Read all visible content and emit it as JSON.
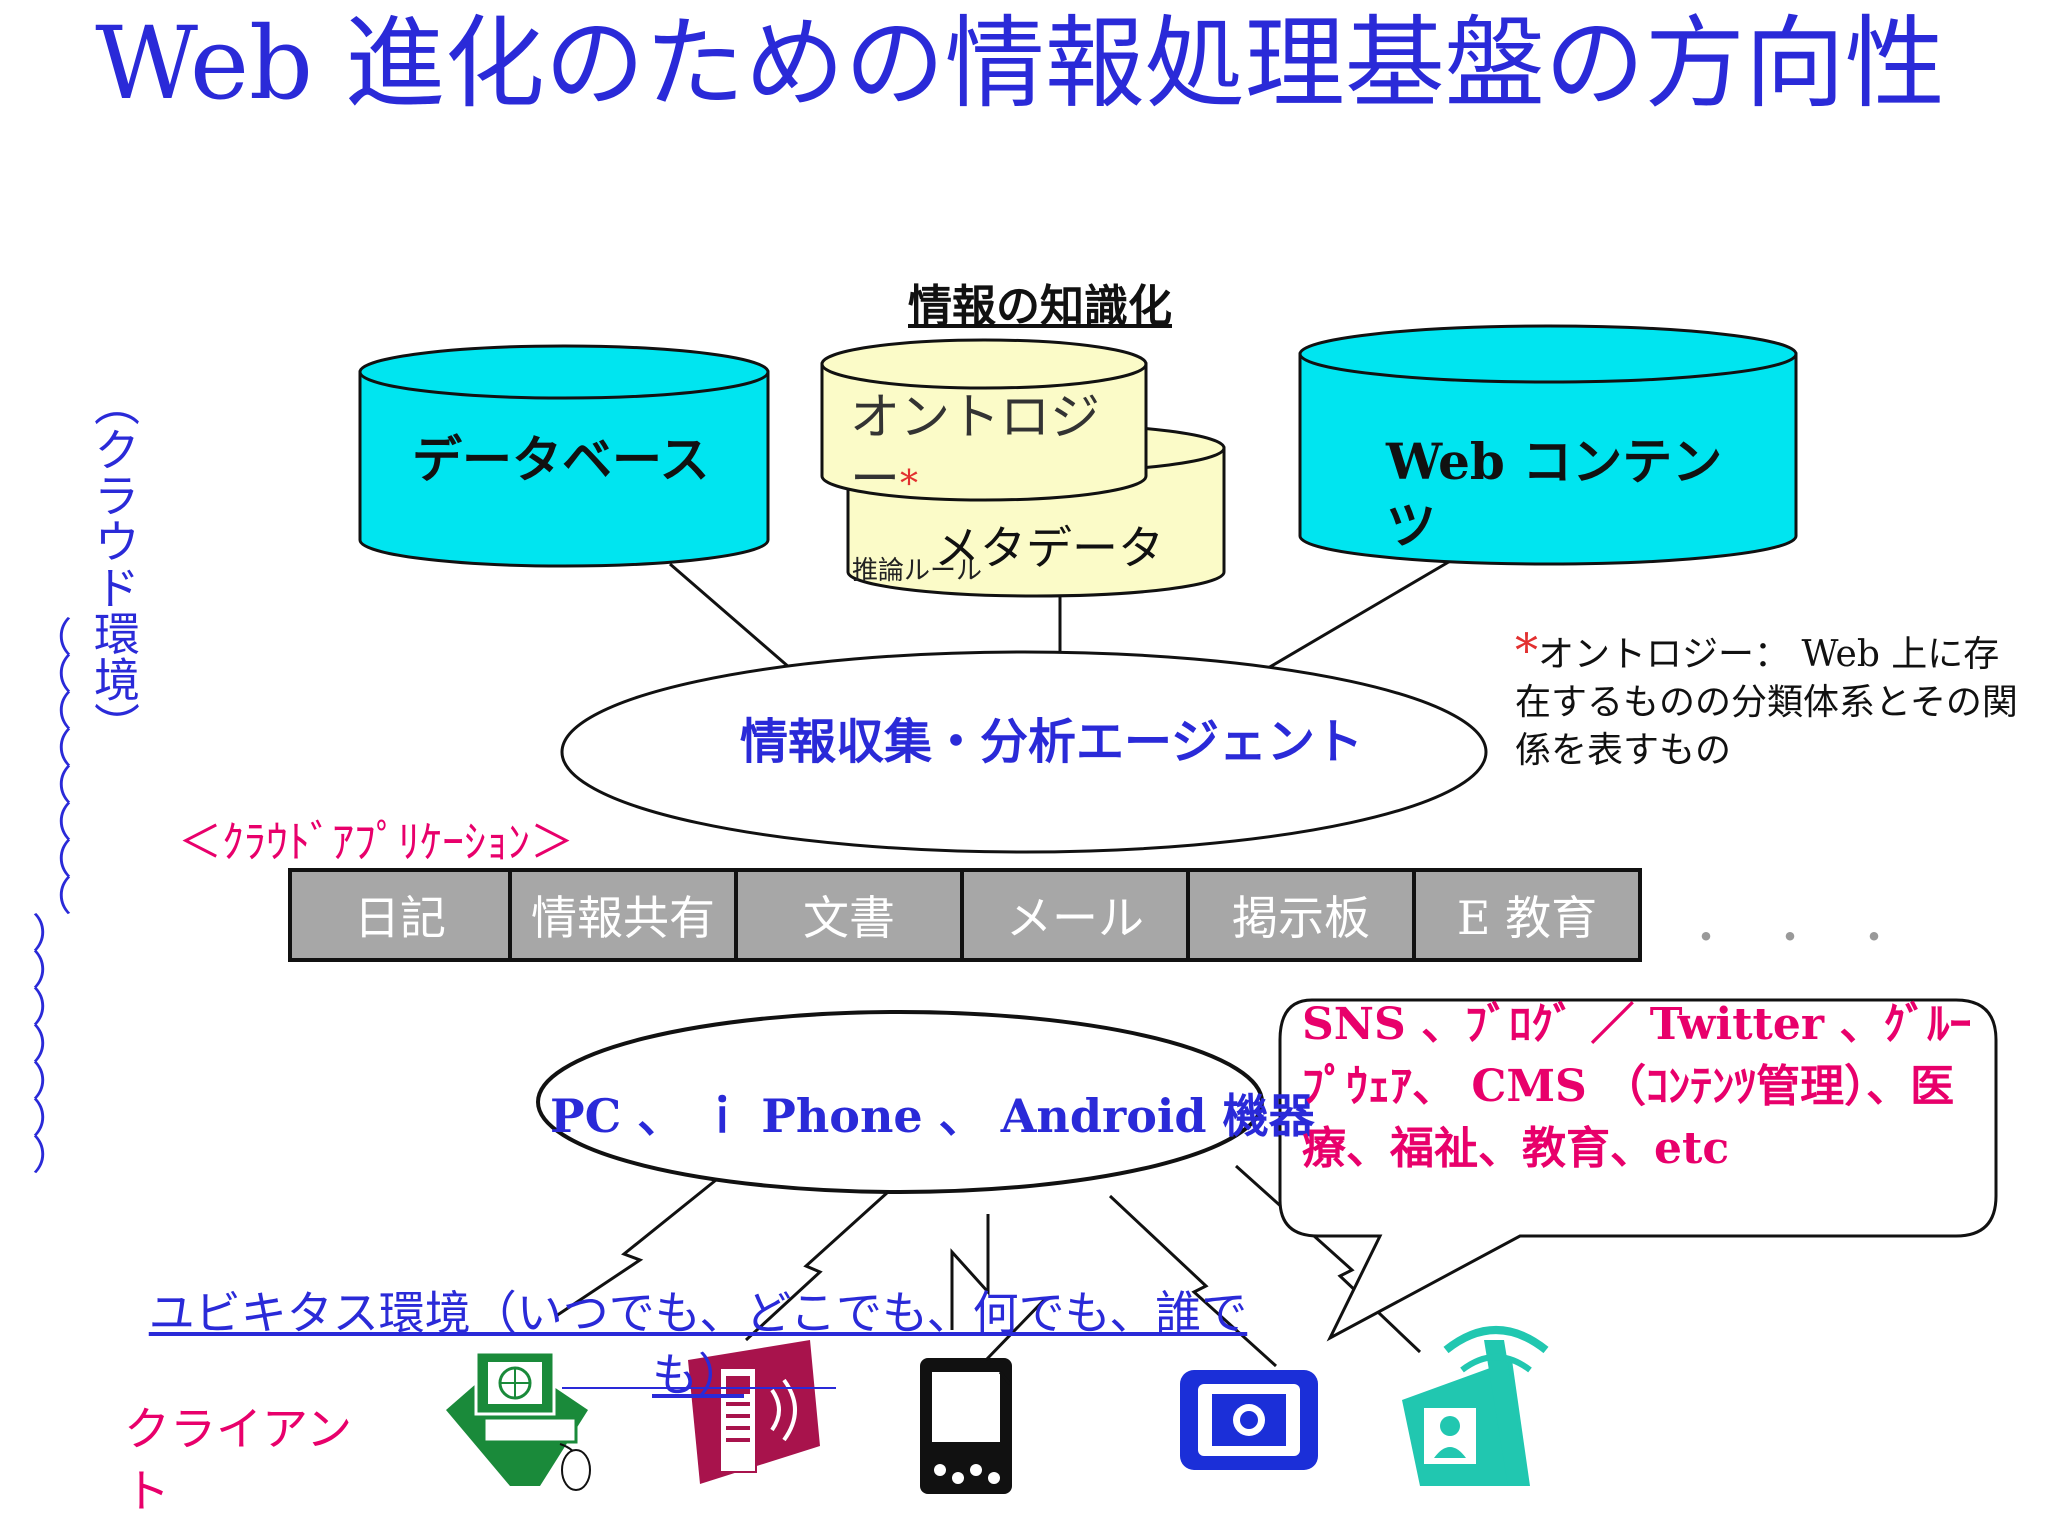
{
  "title": "Web 進化のための情報処理基盤の方向性",
  "knowledge_section": {
    "title": "情報の知識化",
    "database": "データベース",
    "ontology": "オントロジー",
    "ontology_star": "*",
    "metadata": "メタデータ",
    "inference_rules": "推論ルール",
    "web_contents": "Web コンテンツ"
  },
  "ontology_note": {
    "star": "*",
    "text": "オントロジー： Web 上に存在するものの分類体系とその関係を表すもの"
  },
  "agent": "情報収集・分析エージェント",
  "cloud_apps": {
    "label": "＜ｸﾗｳﾄﾞｱﾌﾟﾘｹｰｼｮﾝ＞",
    "items": [
      "日記",
      "情報共有",
      "文書",
      "メール",
      "掲示板",
      "E 教育"
    ],
    "ellipsis": "・・・"
  },
  "cloud_env_label": "（クラウド環境）",
  "cloud_env_parens": [
    "（",
    "（",
    "（",
    "（",
    "（",
    "（",
    "（",
    "（",
    "）",
    "）",
    "）",
    "）",
    "）",
    "）",
    "）"
  ],
  "devices": "PC 、 ｉ Phone 、 Android 機器",
  "callout": "SNS 、ﾌﾞﾛｸﾞ ／ Twitter 、ｸﾞﾙｰﾌﾟｳｪｱ、 CMS （ｺﾝﾃﾝﾂ管理）、医療、福祉、教育、etc",
  "ubiquitous": "ユビキタス環境（いつでも、どこでも、何でも、誰でも）",
  "client": "クライアント",
  "colors": {
    "title_blue": "#2a2ad8",
    "db_cyan": "#00e5f0",
    "onto_yellow": "#fbfbc8",
    "app_gray": "#a7a7a7",
    "accent_pink": "#e8006b",
    "icon_green": "#1a8a3a",
    "icon_maroon": "#a8134c",
    "icon_blue": "#1b2fd8",
    "icon_teal": "#21c7b0"
  }
}
